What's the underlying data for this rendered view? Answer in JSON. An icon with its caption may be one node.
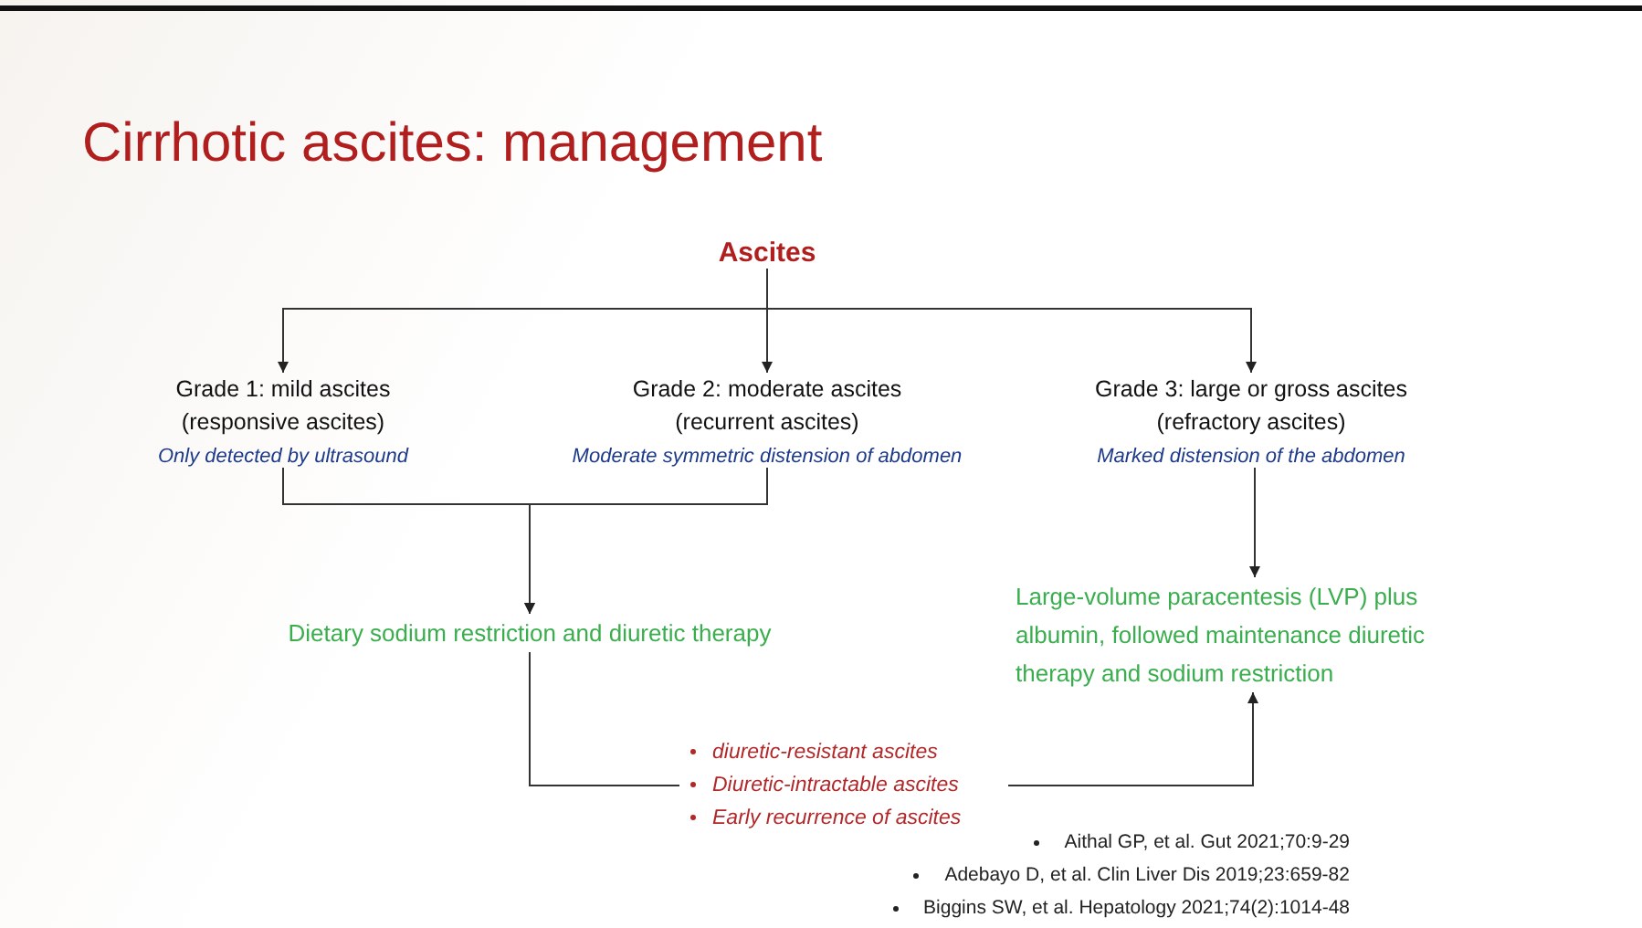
{
  "diagram": {
    "title": "Cirrhotic ascites: management",
    "nodes": [
      {
        "text": [
          "Ascites"
        ]
      },
      {
        "text": [
          "Grade 1: mild ascites (responsive ascites)",
          "Only detected by ultrasound"
        ]
      },
      {
        "text": [
          "Grade 2: moderate ascites (recurrent ascites)",
          "Moderate symmetric distension of abdomen"
        ]
      },
      {
        "text": [
          "Grade 3: large or gross ascites (refractory ascites)",
          "Marked distension of the abdomen"
        ]
      },
      {
        "text": [
          "Dietary sodium restriction and diuretic therapy"
        ]
      },
      {
        "text": [
          "Large-volume paracentesis (LVP) plus albumin, followed maintenance diuretic therapy and sodium restriction"
        ]
      },
      {
        "text": [
          "diuretic-resistant ascites",
          "Diuretic-intractable ascites",
          "Early recurrence of ascites"
        ]
      }
    ],
    "edges": [
      {
        "from": 0,
        "to": 1,
        "arrow": "to"
      },
      {
        "from": 0,
        "to": 2,
        "arrow": "to"
      },
      {
        "from": 0,
        "to": 3,
        "arrow": "to"
      },
      {
        "from": 1,
        "to": 4,
        "arrow": "to"
      },
      {
        "from": 2,
        "to": 4,
        "arrow": "to"
      },
      {
        "from": 3,
        "to": 5,
        "arrow": "to"
      },
      {
        "from": 4,
        "to": 6,
        "arrow": "none"
      },
      {
        "from": 6,
        "to": 5,
        "arrow": "to"
      }
    ],
    "labels": [
      "Aithal GP, et al. Gut 2021;70:9-29",
      "Adebayo D, et al. Clin Liver Dis 2019;23:659-82",
      "Biggins SW, et al. Hepatology 2021;74(2):1014-48"
    ]
  }
}
